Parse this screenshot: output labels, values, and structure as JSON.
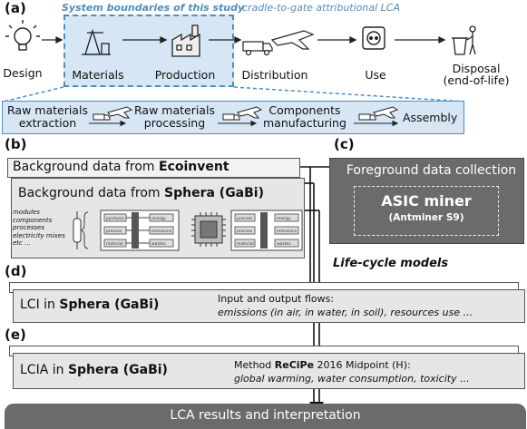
{
  "panels": {
    "a": "(a)",
    "b": "(b)",
    "c": "(c)",
    "d": "(d)",
    "e": "(e)"
  },
  "section_a": {
    "boundary_label": "System boundaries of this study",
    "lca_type_label": "cradle-to-gate attributional LCA",
    "stages": [
      "Design",
      "Materials",
      "Production",
      "Distribution",
      "Use",
      "Disposal",
      "(end-of-life)"
    ],
    "production_steps": [
      "Raw materials",
      "extraction",
      "Raw materials",
      "processing",
      "Components",
      "manufacturing",
      "Assembly"
    ]
  },
  "section_b": {
    "ecoinvent_prefix": "Background data from ",
    "ecoinvent_name": "Ecoinvent",
    "sphera_prefix": "Background data from ",
    "sphera_name": "Sphera (GaBi)",
    "data_types": [
      "modules",
      "components",
      "processes",
      "electricity mixes",
      "etc ..."
    ],
    "flow_boxes": [
      "pyrolysis",
      "process",
      "material",
      "energy",
      "emissions",
      "wastes"
    ]
  },
  "section_c": {
    "title": "Foreground data collection",
    "device_name": "ASIC miner",
    "device_model": "(Antminer S9)"
  },
  "life_cycle_label": "Life-cycle models",
  "section_d": {
    "lci_prefix": "LCI in ",
    "lci_tool": "Sphera (GaBi)",
    "flows_label": "Input and output flows:",
    "flows_detail": "emissions (in air, in water, in soil), resources use ..."
  },
  "section_e": {
    "lcia_prefix": "LCIA in ",
    "lcia_tool": "Sphera (GaBi)",
    "method_prefix": "Method ",
    "method_name": "ReCiPe",
    "method_suffix": " 2016 Midpoint (H):",
    "impact_categories": "global warming, water consumption, toxicity ..."
  },
  "results_label": "LCA results and interpretation",
  "colors": {
    "accent_blue": "#4f8ec0",
    "boundary_fill": "#d6e6f4",
    "foreground_gray": "#6b6b6b",
    "results_gray": "#6b6b6b"
  }
}
